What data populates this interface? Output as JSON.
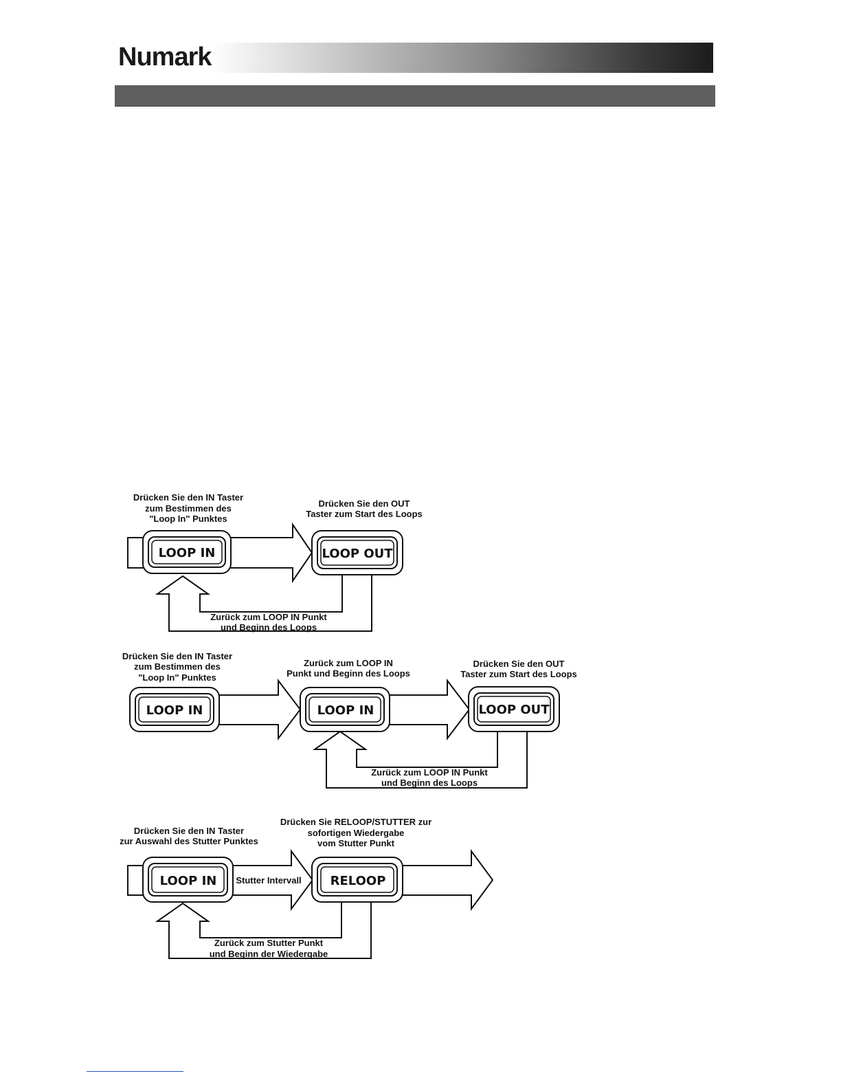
{
  "header": {
    "brand": "Numark"
  },
  "diagrams": {
    "d1": {
      "top_label": [
        "Drücken Sie den IN Taster",
        "zum Bestimmen des",
        "\"Loop In\" Punktes"
      ],
      "right_label": [
        "Drücken Sie den OUT",
        "Taster zum Start des Loops"
      ],
      "button_in": "LOOP IN",
      "button_out": "LOOP OUT",
      "return_label": [
        "Zurück zum LOOP IN Punkt",
        "und Beginn des Loops"
      ]
    },
    "d2": {
      "left_label": [
        "Drücken Sie den IN Taster",
        "zum Bestimmen des",
        "\"Loop In\" Punktes"
      ],
      "mid_label": [
        "Zurück zum LOOP IN",
        "Punkt und Beginn des Loops"
      ],
      "right_label": [
        "Drücken Sie den OUT",
        "Taster zum Start des Loops"
      ],
      "button_in_1": "LOOP IN",
      "button_in_2": "LOOP IN",
      "button_out": "LOOP OUT",
      "return_label": [
        "Zurück zum LOOP IN Punkt",
        "und Beginn des Loops"
      ]
    },
    "d3": {
      "left_label": [
        "Drücken Sie den IN Taster",
        "zur Auswahl des Stutter Punktes"
      ],
      "right_label": [
        "Drücken Sie RELOOP/STUTTER zur",
        "sofortigen Wiedergabe",
        "vom Stutter Punkt"
      ],
      "button_in": "LOOP IN",
      "button_reloop": "RELOOP",
      "interval_label": "Stutter Intervall",
      "return_label": [
        "Zurück zum Stutter Punkt",
        "und Beginn der Wiedergabe"
      ]
    }
  }
}
